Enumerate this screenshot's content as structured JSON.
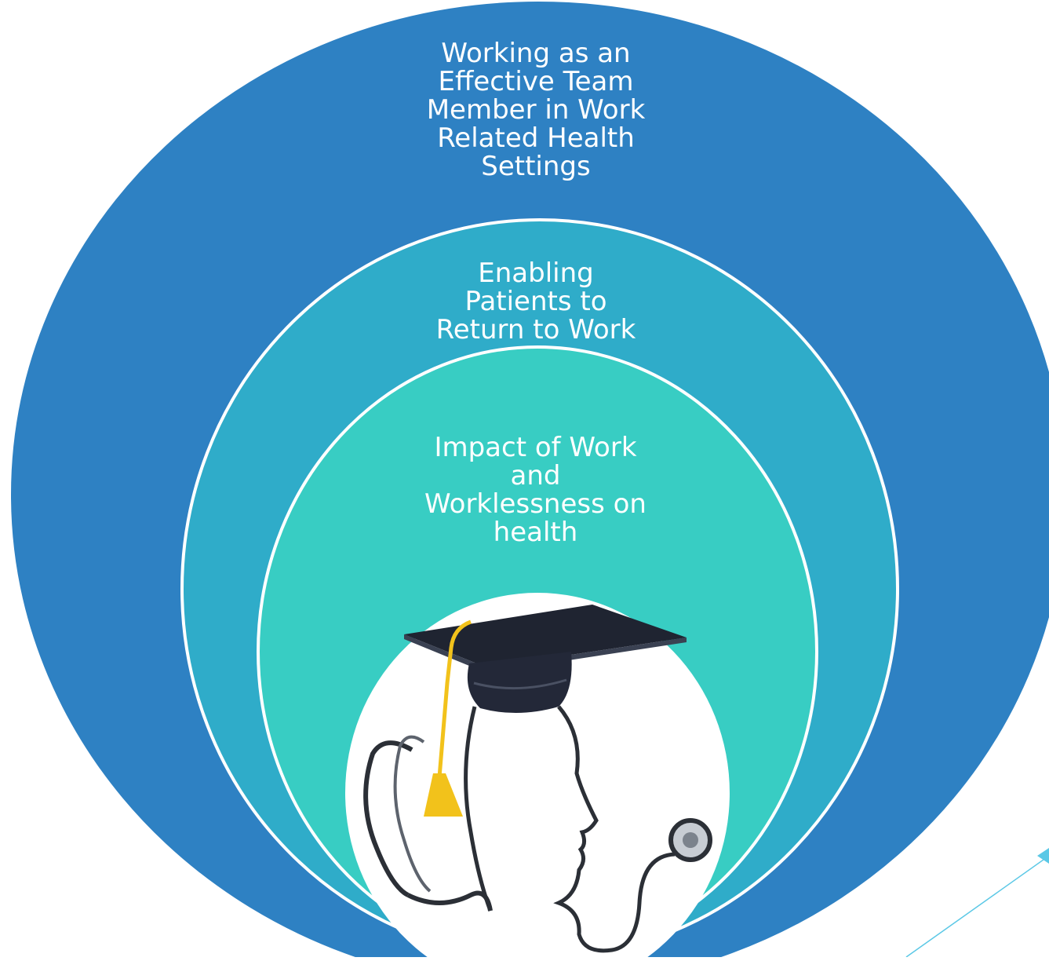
{
  "rings": {
    "outer": {
      "label": "Working as an Effective Team Member in Work Related Health Settings",
      "color": "#2E81C3"
    },
    "middle": {
      "label": "Enabling Patients to Return to Work",
      "color": "#2FACC9"
    },
    "inner": {
      "label": "Impact of Work and Worklessness on health",
      "color": "#38CDC3"
    }
  },
  "center_image": {
    "icon": "graduation-cap-stethoscope-head-icon"
  },
  "colors": {
    "ring_border": "#ffffff",
    "accent_line": "#5BC8E6",
    "cap": "#1f2431",
    "tassel": "#F2C21B",
    "stethoscope": "#2b2f36"
  }
}
